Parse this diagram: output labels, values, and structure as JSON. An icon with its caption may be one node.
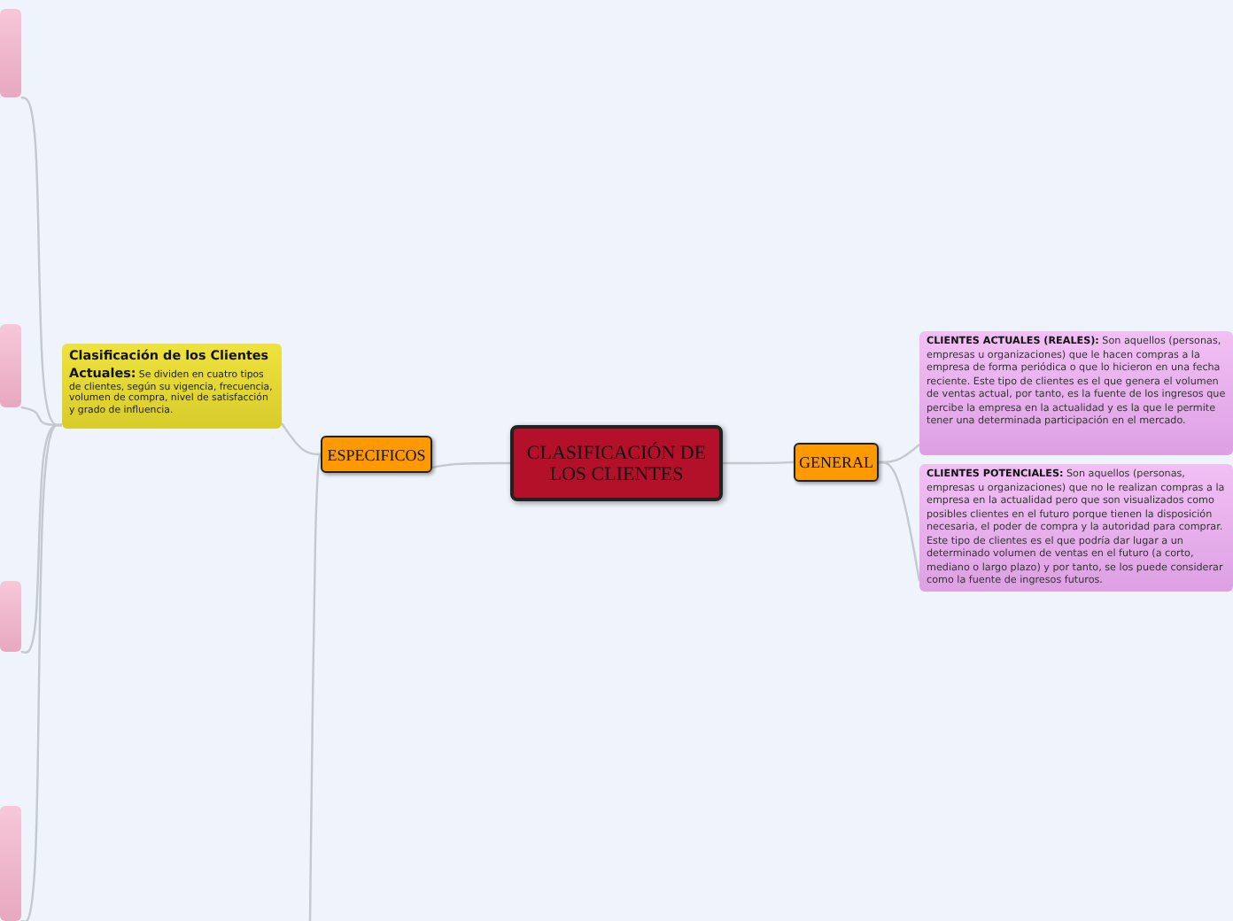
{
  "diagram": {
    "nodes": [
      {
        "text": [
          "CLASIFICACIÓN DE LOS CLIENTES"
        ]
      },
      {
        "text": [
          "ESPECIFICOS"
        ]
      },
      {
        "text": [
          "GENERAL"
        ]
      },
      {
        "text": [
          "**Clasificación de los Clientes Actuales:** Se dividen en cuatro tipos de clientes, según su vigencia, frecuencia, volumen de compra, nivel de satisfacción y grado de influencia."
        ]
      },
      {
        "text": [
          "**CLIENTES ACTUALES (REALES):** Son aquellos (personas, empresas u organizaciones) que le hacen compras a la empresa de forma periódica o que lo hicieron en una fecha reciente. Este tipo de clientes es el que genera el volumen de ventas actual, por tanto, es la fuente de los ingresos que percibe la empresa en la actualidad y es la que le permite tener una determinada participación en el mercado."
        ]
      },
      {
        "text": [
          "**CLIENTES POTENCIALES:** Son aquellos (personas, empresas u organizaciones) que no le realizan compras a la empresa en la actualidad pero que son visualizados como posibles clientes en el futuro porque tienen la disposición necesaria, el poder de compra y la autoridad para comprar. Este tipo de clientes es el que podría dar lugar a un determinado volumen de ventas en el futuro (a corto, mediano o largo plazo) y por tanto, se los puede considerar como la fuente de ingresos futuros."
        ]
      },
      {
        "text": [],
        "shape": "box"
      },
      {
        "text": [],
        "shape": "box"
      },
      {
        "text": [],
        "shape": "box"
      },
      {
        "text": [],
        "shape": "box"
      }
    ],
    "edges": [
      {
        "from": 0,
        "to": 1,
        "arrow": "none"
      },
      {
        "from": 0,
        "to": 2,
        "arrow": "none"
      },
      {
        "from": 2,
        "to": 4,
        "arrow": "none"
      },
      {
        "from": 2,
        "to": 5,
        "arrow": "none"
      },
      {
        "from": 1,
        "to": 3,
        "arrow": "none"
      },
      {
        "from": 1,
        "to": null,
        "arrow": "none"
      },
      {
        "from": 3,
        "to": 6,
        "arrow": "none"
      },
      {
        "from": 3,
        "to": 7,
        "arrow": "none"
      },
      {
        "from": 3,
        "to": 8,
        "arrow": "none"
      },
      {
        "from": 3,
        "to": 9,
        "arrow": "none"
      }
    ]
  }
}
